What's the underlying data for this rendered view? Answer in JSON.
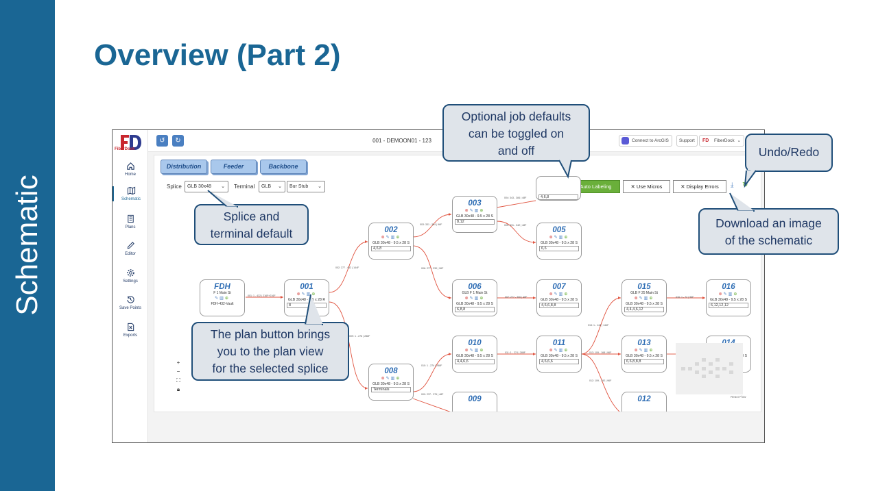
{
  "slide": {
    "side_label": "Schematic",
    "title": "Overview (Part 2)"
  },
  "app": {
    "logo_text": "FiberDock",
    "sidebar": [
      {
        "label": "Home",
        "icon": "home-icon"
      },
      {
        "label": "Schematic",
        "icon": "map-icon"
      },
      {
        "label": "Plans",
        "icon": "book-icon"
      },
      {
        "label": "Editor",
        "icon": "pencil-icon"
      },
      {
        "label": "Settings",
        "icon": "gear-icon"
      },
      {
        "label": "Save Points",
        "icon": "history-icon"
      },
      {
        "label": "Exports",
        "icon": "excel-icon"
      }
    ],
    "topbar": {
      "undo_glyph": "↺",
      "redo_glyph": "↻",
      "title": "001 - DEMOON01 - 123",
      "connect_label": "Connect to ArcGIS",
      "support_label": "Support",
      "user_label": "FiberDock"
    },
    "tabs": [
      "Distribution",
      "Feeder",
      "Backbone"
    ],
    "splice_label": "Splice",
    "splice_value": "GLB 30x48",
    "terminal_label": "Terminal",
    "terminal_value": "GLB",
    "terminal_type_value": "Bur Stub",
    "auto_labeling": "Auto Labeling",
    "use_micros": "Use Micros",
    "display_errors": "Display Errors",
    "nodes": [
      {
        "id": "FDH",
        "sub": "F 1 Main St",
        "spec": "",
        "box": "FDH-432-Vault"
      },
      {
        "id": "001",
        "sub": "",
        "spec": "GLB 30x48 - 9.5 x 28 R",
        "box": "8"
      },
      {
        "id": "002",
        "sub": "",
        "spec": "GLB 30x48 - 9.5 x 28 S",
        "box": "4,6,8"
      },
      {
        "id": "003",
        "sub": "",
        "spec": "GLB 30x48 - 9.5 x 28 S",
        "box": "8,12"
      },
      {
        "id": "005",
        "sub": "",
        "spec": "GLB 30x48 - 9.5 x 28 S",
        "box": "6,6"
      },
      {
        "id": "006",
        "sub": "GLB F 1 Main St",
        "spec": "GLB 30x48 - 9.5 x 28 S",
        "box": "6,8,8"
      },
      {
        "id": "007",
        "sub": "",
        "spec": "GLB 30x48 - 9.5 x 28 S",
        "box": "4,6,6,8,8"
      },
      {
        "id": "015",
        "sub": "GLB F 25 Main St",
        "spec": "GLB 30x48 - 9.5 x 28 S",
        "box": "4,4,4,6,12"
      },
      {
        "id": "016",
        "sub": "",
        "spec": "GLB 30x48 - 9.5 x 28 S",
        "box": "6,12,12,12"
      },
      {
        "id": "008",
        "sub": "",
        "spec": "GLB 30x48 - 9.5 x 28 S",
        "box": "Terminals"
      },
      {
        "id": "010",
        "sub": "",
        "spec": "GLB 30x48 - 9.5 x 28 S",
        "box": "4,4,6,6"
      },
      {
        "id": "011",
        "sub": "",
        "spec": "GLB 30x48 - 9.5 x 28 S",
        "box": "4,6,6,6"
      },
      {
        "id": "013",
        "sub": "",
        "spec": "GLB 30x48 - 9.5 x 28 S",
        "box": "6,6,8,8,8"
      },
      {
        "id": "014",
        "sub": "",
        "spec": "GLB 30x48 - 9.5 x 28 S",
        "box": ""
      },
      {
        "id": "009",
        "sub": "",
        "spec": "",
        "box": ""
      },
      {
        "id": "012",
        "sub": "",
        "spec": "",
        "box": ""
      }
    ],
    "partial_box": "4,6,8",
    "edge_labels": [
      "001: 1 - 432 | 216F+216F",
      "002: 277 - 432 | 144F",
      "003: 331 - 384 | 96F",
      "004: 343 - 384 | 48F",
      "005: 331 - 342 | 48F",
      "006: 277 - 330 | 96F",
      "007: 277 - 306 | 48F",
      "016: 1 - 72 | 96F",
      "009: 1 - 276 | 288F",
      "010: 1 - 274 | 288F",
      "011: 1 - 274 | 288F",
      "015: 1 - 144 | 144F",
      "013: 109 - 168 | 96F",
      "012: 109 - 192 | 96F",
      "009: 237 - 276 | 48F"
    ],
    "react_flow": "React Flow"
  },
  "callouts": {
    "job_defaults": [
      "Optional job defaults",
      "can be toggled on",
      "and off"
    ],
    "undo_redo": [
      "Undo/Redo"
    ],
    "splice_default": [
      "Splice and",
      "terminal default"
    ],
    "download": [
      "Download an image",
      "of the schematic"
    ],
    "plan_button": [
      "The plan button brings",
      "you to the plan view",
      "for the selected splice"
    ]
  },
  "colors": {
    "banner": "#1a6694",
    "callout_fill": "#dfe4ea",
    "callout_border": "#1f4e79",
    "accent_green": "#6aaf3a",
    "edge_red": "#e0533f"
  }
}
